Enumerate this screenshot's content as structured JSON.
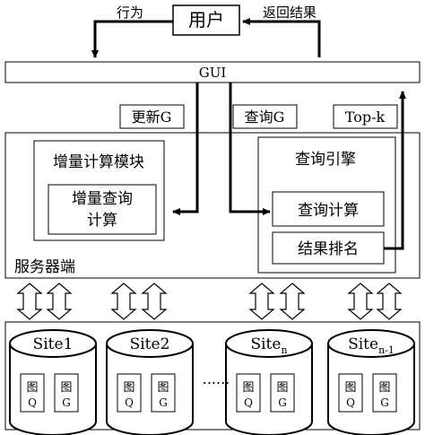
{
  "user": {
    "label": "用户"
  },
  "arrows": {
    "behavior": "行为",
    "return_results": "返回结果"
  },
  "gui": {
    "label": "GUI"
  },
  "tags": {
    "update_g": "更新G",
    "query_g": "查询G",
    "top_k": "Top-k"
  },
  "server": {
    "label": "服务器端",
    "incremental_module": {
      "title": "增量计算模块",
      "sub_line1": "增量查询",
      "sub_line2": "计算"
    },
    "query_engine": {
      "title": "查询引擎",
      "query_compute": "查询计算",
      "result_rank": "结果排名"
    }
  },
  "sites": [
    {
      "name": "Site1",
      "sub": ""
    },
    {
      "name": "Site2",
      "sub": ""
    },
    {
      "name": "Site",
      "sub": "n"
    },
    {
      "name": "Site",
      "sub": "n-1"
    }
  ],
  "site_boxes": {
    "graph_q_top": "图",
    "graph_q_bottom": "Q",
    "graph_g_top": "图",
    "graph_g_bottom": "G"
  },
  "ellipsis": "......"
}
